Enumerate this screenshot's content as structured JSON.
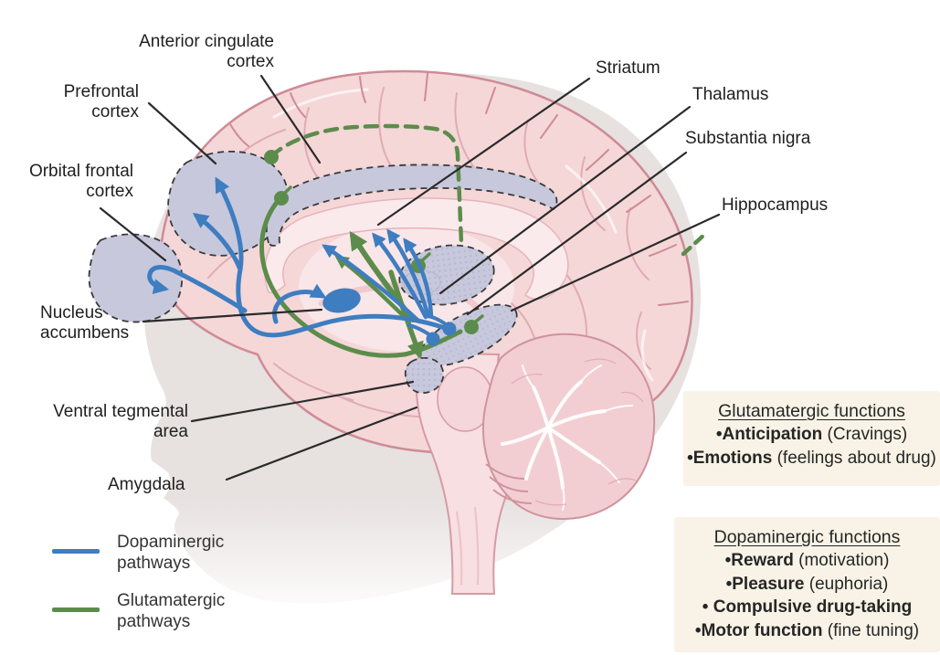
{
  "labels": {
    "anterior_cingulate": {
      "line1": "Anterior cingulate",
      "line2": "cortex"
    },
    "prefrontal": {
      "line1": "Prefrontal",
      "line2": "cortex"
    },
    "orbital_frontal": {
      "line1": "Orbital frontal",
      "line2": "cortex"
    },
    "nucleus_accumbens": {
      "line1": "Nucleus",
      "line2": "accumbens"
    },
    "ventral_tegmental": {
      "line1": "Ventral tegmental",
      "line2": "area"
    },
    "amygdala": {
      "line1": "Amygdala"
    },
    "striatum": {
      "line1": "Striatum"
    },
    "thalamus": {
      "line1": "Thalamus"
    },
    "substantia_nigra": {
      "line1": "Substantia nigra"
    },
    "hippocampus": {
      "line1": "Hippocampus"
    }
  },
  "legend": {
    "dopaminergic": {
      "line1": "Dopaminergic",
      "line2": "pathways",
      "color": "#3e7dc0"
    },
    "glutamatergic": {
      "line1": "Glutamatergic",
      "line2": "pathways",
      "color": "#5c8c4c"
    }
  },
  "boxes": {
    "glutamatergic": {
      "title": "Glutamatergic functions",
      "items": [
        {
          "bold": "•Anticipation",
          "rest": " (Cravings)"
        },
        {
          "bold": "•Emotions",
          "rest": " (feelings about drug)"
        }
      ]
    },
    "dopaminergic": {
      "title": "Dopaminergic functions",
      "items": [
        {
          "bold": "•Reward",
          "rest": " (motivation)"
        },
        {
          "bold": "•Pleasure",
          "rest": " (euphoria)"
        },
        {
          "bold": "• Compulsive drug-taking",
          "rest": ""
        },
        {
          "bold": "•Motor function",
          "rest": " (fine tuning)"
        }
      ]
    }
  },
  "colors": {
    "dopaminergic_blue": "#3e7dc0",
    "glutamatergic_green": "#5c8c4c",
    "brain_pink": "#f5d7d8",
    "brain_outline": "#cf8b96",
    "region_lavender": "#c7c8dc",
    "head_silhouette": "#e7e1e0",
    "function_box_bg": "#f8f3e6",
    "label_text": "#1f1f1f"
  }
}
